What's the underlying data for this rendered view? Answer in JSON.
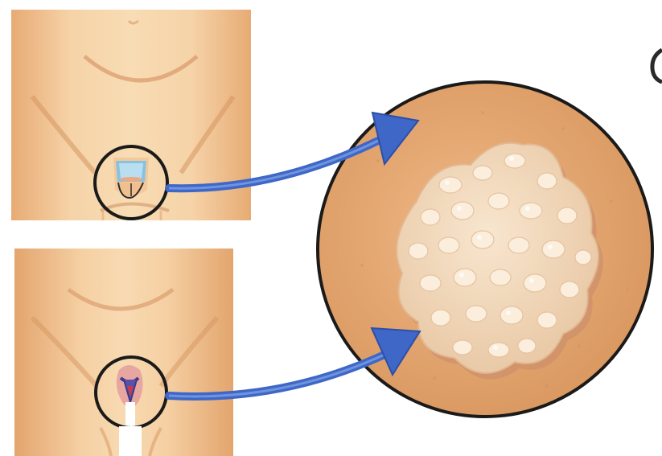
{
  "diagram": {
    "panels": [
      {
        "id": "male-torso",
        "highlight": "male-genital-region"
      },
      {
        "id": "female-torso",
        "highlight": "female-genital-region"
      }
    ],
    "callout": {
      "id": "magnified-lesion-view",
      "shape": "circle"
    },
    "arrows": [
      {
        "from": "male-genital-region",
        "to": "magnified-lesion-view"
      },
      {
        "from": "female-genital-region",
        "to": "magnified-lesion-view"
      }
    ]
  },
  "colors": {
    "skin_light": "#f6d3a8",
    "skin_mid": "#eab27c",
    "skin_shadow": "#d79763",
    "callout_bg": "#e6a774",
    "lesion": "#f3dcc0",
    "lesion_bump": "#fbeedd",
    "lesion_shadow": "#c98c6b",
    "arrow": "#3f67c7",
    "outline": "#1a1a1a"
  }
}
